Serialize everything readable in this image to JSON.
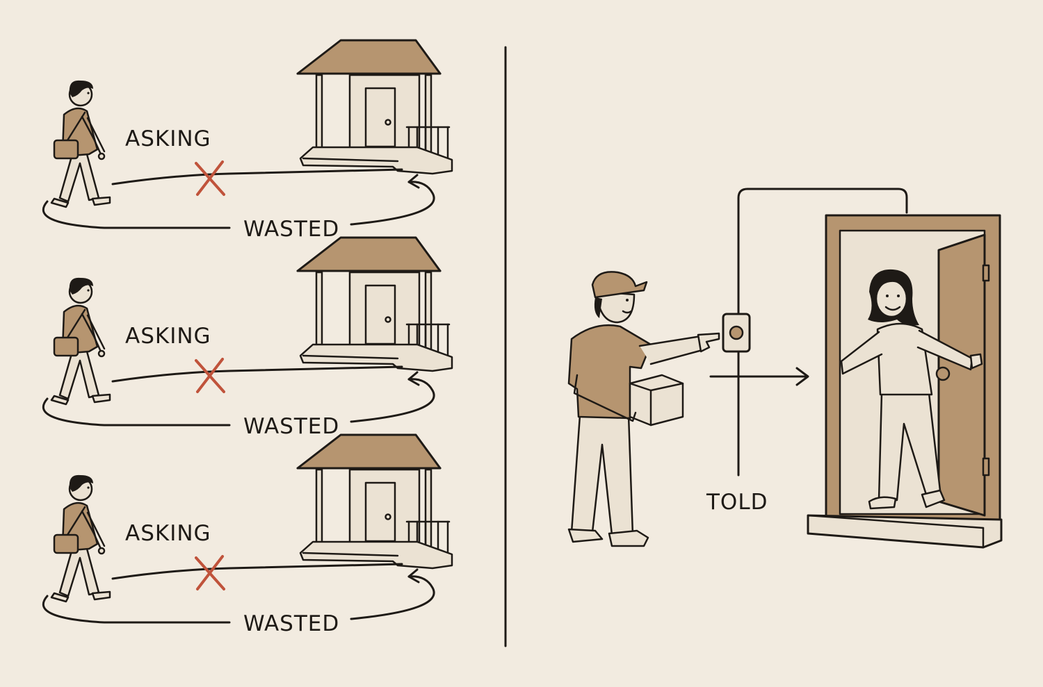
{
  "palette": {
    "background": "#f2ebe0",
    "ink": "#1e1a16",
    "brown": "#b69570",
    "cream": "#ebe2d3",
    "cross_red": "#c0533b"
  },
  "left_panel": {
    "rows": [
      {
        "asking_label": "ASKING",
        "wasted_label": "WASTED",
        "cross_icon": "x-mark-icon"
      },
      {
        "asking_label": "ASKING",
        "wasted_label": "WASTED",
        "cross_icon": "x-mark-icon"
      },
      {
        "asking_label": "ASKING",
        "wasted_label": "WASTED",
        "cross_icon": "x-mark-icon"
      }
    ]
  },
  "right_panel": {
    "told_label": "TOLD",
    "icons": [
      "delivery-person-icon",
      "package-icon",
      "doorbell-icon",
      "open-door-icon",
      "woman-icon",
      "arrow-right-icon"
    ]
  }
}
